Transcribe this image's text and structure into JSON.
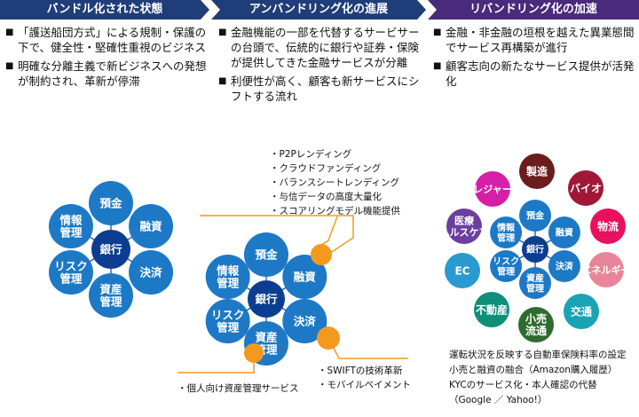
{
  "headers": [
    "バンドル化された状態",
    "アンバンドリング化の進展",
    "リバンドリング化の加速"
  ],
  "columns": [
    [
      "「護送船団方式」による規制・保護の下で、健全性・堅確性重視のビジネス",
      "明確な分離主義で新ビジネスへの発想が制約され、革新が停滞"
    ],
    [
      "金融機能の一部を代替するサービサーの台頭で、伝統的に銀行や証券・保険が提供してきた金融サービスが分離",
      "利便性が高く、顧客も新サービスにシフトする流れ"
    ],
    [
      "金融・非金融の垣根を越えた異業態間でサービス再構築が進行",
      "顧客志向の新たなサービス提供が活発化"
    ]
  ],
  "hub": {
    "center": "銀行",
    "satellites": [
      "預金",
      "融資",
      "決済",
      "資産\n管理",
      "リスク\n管理",
      "情報\n管理"
    ]
  },
  "unbundle_notes": {
    "lending": [
      "・P2Pレンディング",
      "・クラウドファンディング",
      "・バランスシートレンディング",
      "・与信データの高度大量化",
      "・スコアリングモデル機能提供"
    ],
    "payment": [
      "・SWIFTの技術革新",
      "・モバイルペイメント"
    ],
    "asset": [
      "・個人向け資産管理サービス"
    ]
  },
  "industries": [
    "製造",
    "バイオ",
    "物流",
    "エネルギー",
    "交通",
    "小売\n流通",
    "不動産",
    "EC",
    "医療\nヘルスケア",
    "レジャー"
  ],
  "rebundle_notes": [
    "運転状況を反映する自動車保険料率の設定",
    "小売と融資の融合（Amazon購入履歴）",
    "KYCのサービス化・本人確認の代替",
    "（Google ／ Yahoo!）"
  ],
  "colors": {
    "header_blue": "#1f3d78",
    "header_purple": "#4a2a7a",
    "bank_blue": "#1d79c6",
    "center_blue": "#0b3d91",
    "accent_orange": "#f39a1e",
    "manufacturing": "#6b1d1d",
    "bio": "#a01835",
    "logistics": "#e8115f",
    "energy": "#e8859a",
    "traffic": "#1aa3b5",
    "retail": "#2f6b2f",
    "realestate": "#0f8f7a",
    "ec": "#2a9bd0",
    "medical": "#6b3fa0",
    "leisure": "#d61ea6"
  }
}
